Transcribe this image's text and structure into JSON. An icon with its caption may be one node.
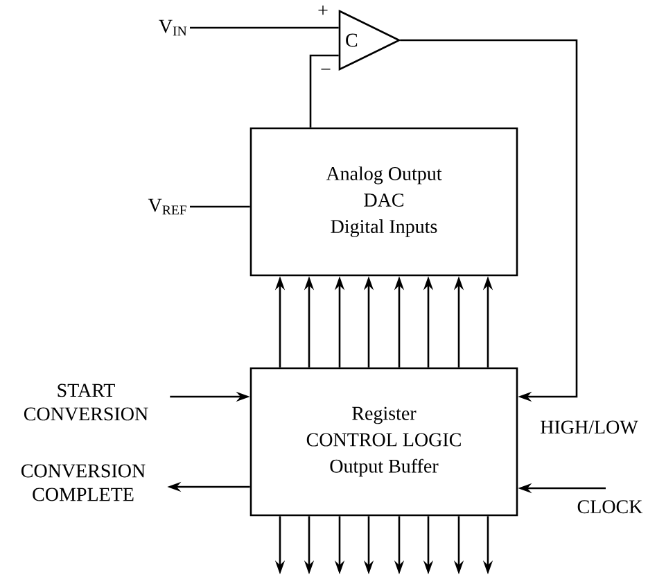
{
  "diagram": {
    "nodes": [
      {
        "text": [
          "V$_{IN}$"
        ]
      },
      {
        "text": [
          "C"
        ]
      },
      {
        "text": [
          "V$_{REF}$"
        ]
      },
      {
        "text": [
          "Analog Output",
          "DAC",
          "Digital Inputs"
        ]
      },
      {
        "text": [
          "START CONVERSION"
        ]
      },
      {
        "text": [
          "Register",
          "CONTROL  LOGIC",
          "Output Buffer"
        ]
      },
      {
        "text": [
          "CONVERSION COMPLETE"
        ]
      },
      {
        "text": [
          "CLOCK"
        ]
      }
    ],
    "edges": [
      {
        "from": 0,
        "to": 1,
        "arrow": "none"
      },
      {
        "from": 3,
        "to": 1,
        "arrow": "none"
      },
      {
        "from": 2,
        "to": 3,
        "arrow": "none"
      },
      {
        "from": 1,
        "to": 5,
        "arrow": "to",
        "label": "HIGH/LOW"
      },
      {
        "from": 4,
        "to": 5,
        "arrow": "to"
      },
      {
        "from": 5,
        "to": 6,
        "arrow": "to"
      },
      {
        "from": 7,
        "to": 5,
        "arrow": "to"
      },
      {
        "from": 5,
        "to": 3,
        "arrow": "to"
      },
      {
        "from": 5,
        "to": 3,
        "arrow": "to"
      },
      {
        "from": 5,
        "to": 3,
        "arrow": "to"
      },
      {
        "from": 5,
        "to": 3,
        "arrow": "to"
      },
      {
        "from": 5,
        "to": 3,
        "arrow": "to"
      },
      {
        "from": 5,
        "to": 3,
        "arrow": "to"
      },
      {
        "from": 5,
        "to": 3,
        "arrow": "to"
      },
      {
        "from": 5,
        "to": 3,
        "arrow": "to"
      },
      {
        "from": 5,
        "to": null,
        "arrow": "to"
      },
      {
        "from": 5,
        "to": null,
        "arrow": "to"
      },
      {
        "from": 5,
        "to": null,
        "arrow": "to"
      },
      {
        "from": 5,
        "to": null,
        "arrow": "to"
      },
      {
        "from": 5,
        "to": null,
        "arrow": "to"
      },
      {
        "from": 5,
        "to": null,
        "arrow": "to"
      },
      {
        "from": 5,
        "to": null,
        "arrow": "to"
      },
      {
        "from": 5,
        "to": null,
        "arrow": "to"
      }
    ],
    "labels": [
      "+",
      "−"
    ]
  }
}
